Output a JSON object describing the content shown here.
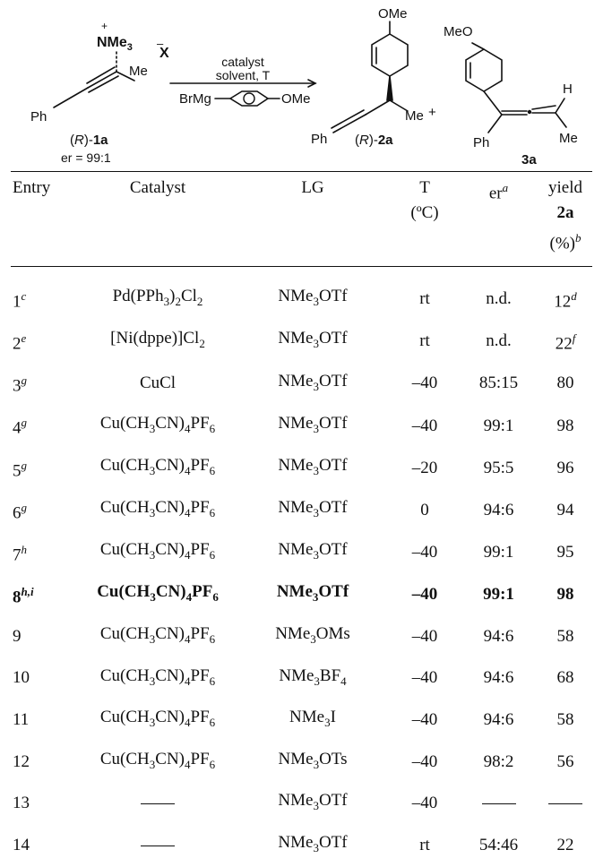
{
  "scheme": {
    "substrate_nme3": "NMe",
    "substrate_nme3_sub": "3",
    "substrate_plus": "+",
    "substrate_minus": "–",
    "substrate_x": "X",
    "substrate_me": "Me",
    "substrate_ph": "Ph",
    "substrate_label": "(R)-1a",
    "substrate_label_prefix": "(",
    "substrate_label_r": "R",
    "substrate_label_suffix": ")-",
    "substrate_label_num": "1a",
    "substrate_er": "er = 99:1",
    "arrow_above_1": "catalyst",
    "arrow_above_2": "solvent, T",
    "grignard_prefix": "BrMg",
    "grignard_suffix": "OMe",
    "product_ome": "OMe",
    "product_me": "Me",
    "product_plus": "+",
    "product_ph": "Ph",
    "product_label_prefix": "(",
    "product_label_r": "R",
    "product_label_suffix": ")-",
    "product_label_num": "2a",
    "allene_meo": "MeO",
    "allene_h": "H",
    "allene_ph": "Ph",
    "allene_me": "Me",
    "allene_label": "3a"
  },
  "table": {
    "headers": {
      "entry": "Entry",
      "catalyst": "Catalyst",
      "lg": "LG",
      "t_line1": "T",
      "t_line2": "(ºC)",
      "er": "er",
      "er_note": "a",
      "yield_line1": "yield",
      "yield_line2": "2a",
      "yield_line3": "(%)",
      "yield_note": "b"
    },
    "rows": [
      {
        "entry": "1",
        "note": "c",
        "cat": [
          "Pd(PPh",
          "3",
          ")",
          "2",
          "Cl",
          "2",
          ""
        ],
        "lg": [
          "NMe",
          "3",
          "OTf"
        ],
        "t": "rt",
        "er": "n.d.",
        "y": "12",
        "y_note": "d"
      },
      {
        "entry": "2",
        "note": "e",
        "cat": [
          "[Ni(dppe)]Cl",
          "2",
          "",
          "",
          "",
          "",
          ""
        ],
        "lg": [
          "NMe",
          "3",
          "OTf"
        ],
        "t": "rt",
        "er": "n.d.",
        "y": "22",
        "y_note": "f"
      },
      {
        "entry": "3",
        "note": "g",
        "cat": [
          "CuCl",
          "",
          "",
          "",
          "",
          "",
          ""
        ],
        "lg": [
          "NMe",
          "3",
          "OTf"
        ],
        "t": "–40",
        "er": "85:15",
        "y": "80",
        "y_note": ""
      },
      {
        "entry": "4",
        "note": "g",
        "cat": [
          "Cu(CH",
          "3",
          "CN)",
          "4",
          "PF",
          "6",
          ""
        ],
        "lg": [
          "NMe",
          "3",
          "OTf"
        ],
        "t": "–40",
        "er": "99:1",
        "y": "98",
        "y_note": ""
      },
      {
        "entry": "5",
        "note": "g",
        "cat": [
          "Cu(CH",
          "3",
          "CN)",
          "4",
          "PF",
          "6",
          ""
        ],
        "lg": [
          "NMe",
          "3",
          "OTf"
        ],
        "t": "–20",
        "er": "95:5",
        "y": "96",
        "y_note": ""
      },
      {
        "entry": "6",
        "note": "g",
        "cat": [
          "Cu(CH",
          "3",
          "CN)",
          "4",
          "PF",
          "6",
          ""
        ],
        "lg": [
          "NMe",
          "3",
          "OTf"
        ],
        "t": "0",
        "er": "94:6",
        "y": "94",
        "y_note": ""
      },
      {
        "entry": "7",
        "note": "h",
        "cat": [
          "Cu(CH",
          "3",
          "CN)",
          "4",
          "PF",
          "6",
          ""
        ],
        "lg": [
          "NMe",
          "3",
          "OTf"
        ],
        "t": "–40",
        "er": "99:1",
        "y": "95",
        "y_note": ""
      },
      {
        "entry": "8",
        "note": "h,i",
        "cat": [
          "Cu(CH",
          "3",
          "CN)",
          "4",
          "PF",
          "6",
          ""
        ],
        "lg": [
          "NMe",
          "3",
          "OTf"
        ],
        "t": "–40",
        "er": "99:1",
        "y": "98",
        "y_note": "",
        "bold": true
      },
      {
        "entry": "9",
        "note": "",
        "cat": [
          "Cu(CH",
          "3",
          "CN)",
          "4",
          "PF",
          "6",
          ""
        ],
        "lg": [
          "NMe",
          "3",
          "OMs"
        ],
        "t": "–40",
        "er": "94:6",
        "y": "58",
        "y_note": ""
      },
      {
        "entry": "10",
        "note": "",
        "cat": [
          "Cu(CH",
          "3",
          "CN)",
          "4",
          "PF",
          "6",
          ""
        ],
        "lg": [
          "NMe",
          "3",
          "BF",
          "4"
        ],
        "t": "–40",
        "er": "94:6",
        "y": "68",
        "y_note": ""
      },
      {
        "entry": "11",
        "note": "",
        "cat": [
          "Cu(CH",
          "3",
          "CN)",
          "4",
          "PF",
          "6",
          ""
        ],
        "lg": [
          "NMe",
          "3",
          "I"
        ],
        "t": "–40",
        "er": "94:6",
        "y": "58",
        "y_note": ""
      },
      {
        "entry": "12",
        "note": "",
        "cat": [
          "Cu(CH",
          "3",
          "CN)",
          "4",
          "PF",
          "6",
          ""
        ],
        "lg": [
          "NMe",
          "3",
          "OTs"
        ],
        "t": "–40",
        "er": "98:2",
        "y": "56",
        "y_note": ""
      },
      {
        "entry": "13",
        "note": "",
        "cat": "dash",
        "lg": [
          "NMe",
          "3",
          "OTf"
        ],
        "t": "–40",
        "er": "dash",
        "y": "dash",
        "y_note": ""
      },
      {
        "entry": "14",
        "note": "",
        "cat": "dash",
        "lg": [
          "NMe",
          "3",
          "OTf"
        ],
        "t": "rt",
        "er": "54:46",
        "y": "22",
        "y_note": ""
      }
    ]
  }
}
